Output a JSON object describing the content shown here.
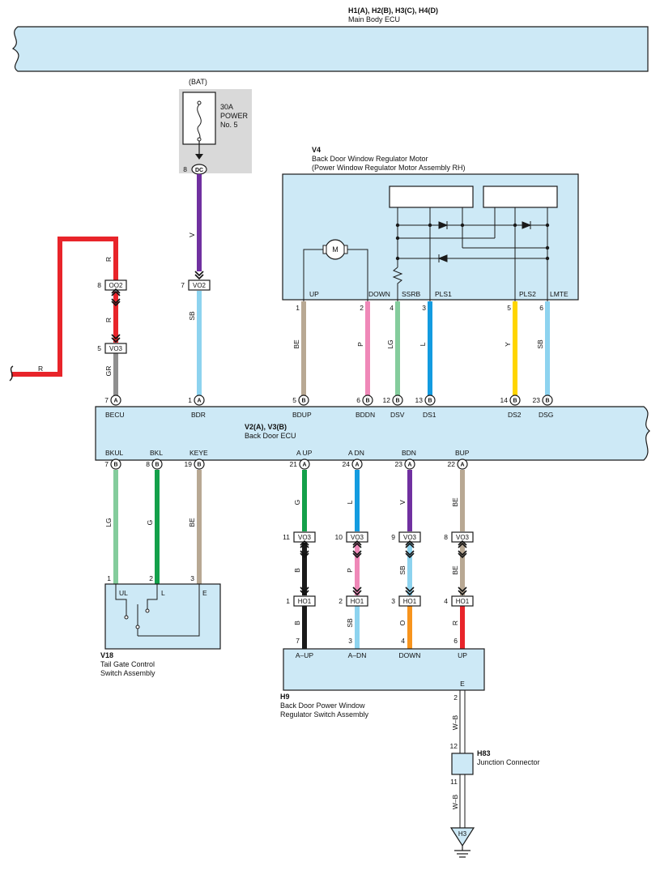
{
  "main_body_ecu": {
    "code": "H1(A), H2(B), H3(C), H4(D)",
    "name": "Main Body ECU"
  },
  "bat": {
    "label": "(BAT)",
    "fuse_amp": "30A",
    "fuse_name_1": "POWER",
    "fuse_name_2": "No. 5",
    "pin": "8",
    "connector": "DC"
  },
  "v4": {
    "code": "V4",
    "name": "Back Door Window Regulator Motor",
    "name2": "(Power Window Regulator Motor Assembly RH)",
    "motor": "M",
    "terminals": [
      "UP",
      "DOWN",
      "SSRB",
      "PLS1",
      "PLS2",
      "LMTE"
    ]
  },
  "back_door_ecu": {
    "code": "V2(A), V3(B)",
    "name": "Back Door ECU",
    "top_terminals": [
      "BECU",
      "BDR",
      "BDUP",
      "BDDN",
      "DSV",
      "DS1",
      "DS2",
      "DSG"
    ],
    "bottom_terminals": [
      "BKUL",
      "BKL",
      "KEYE",
      "A UP",
      "A DN",
      "BDN",
      "BUP"
    ]
  },
  "v18": {
    "code": "V18",
    "name": "Tail Gate Control",
    "name2": "Switch Assembly",
    "terminals": [
      "UL",
      "L",
      "E"
    ]
  },
  "h9": {
    "code": "H9",
    "name": "Back Door Power Window",
    "name2": "Regulator Switch Assembly",
    "terminals": [
      "A–UP",
      "A–DN",
      "DOWN",
      "UP",
      "E"
    ]
  },
  "h83": {
    "code": "H83",
    "name": "Junction Connector"
  },
  "ground": {
    "label": "H3"
  },
  "colors": {
    "R": "#e8242a",
    "GR": "#8f8f8f",
    "V": "#7030a0",
    "SB": "#8dd3ef",
    "BE": "#b8a893",
    "P": "#ef88b8",
    "LG": "#84cc9c",
    "L": "#139be0",
    "Y": "#ffd500",
    "G": "#13a04a",
    "B": "#1a1a1a",
    "O": "#f7941d",
    "W-B": "#ffffff",
    "ecu_fill": "#cde9f6",
    "bat_box": "#d9d9d9"
  },
  "wires": [
    {
      "id": "w-r-left",
      "color": "R",
      "label": "R"
    },
    {
      "id": "w-r-oo2",
      "color": "R",
      "label": "R"
    },
    {
      "id": "w-r-vo3",
      "color": "R",
      "label": "R"
    },
    {
      "id": "w-gr",
      "color": "GR",
      "label": "GR"
    },
    {
      "id": "w-v",
      "color": "V",
      "label": "V"
    },
    {
      "id": "w-sb-bdr",
      "color": "SB",
      "label": "SB"
    },
    {
      "id": "w-be-up",
      "color": "BE",
      "label": "BE"
    },
    {
      "id": "w-p-down",
      "color": "P",
      "label": "P"
    },
    {
      "id": "w-lg-ssrb",
      "color": "LG",
      "label": "LG"
    },
    {
      "id": "w-l-pls1",
      "color": "L",
      "label": "L"
    },
    {
      "id": "w-y-pls2",
      "color": "Y",
      "label": "Y"
    },
    {
      "id": "w-sb-lmte",
      "color": "SB",
      "label": "SB"
    },
    {
      "id": "w-lg-bkul",
      "color": "LG",
      "label": "LG"
    },
    {
      "id": "w-g-bkl",
      "color": "G",
      "label": "G"
    },
    {
      "id": "w-be-keye",
      "color": "BE",
      "label": "BE"
    },
    {
      "id": "w-g-aup",
      "color": "G",
      "label": "G"
    },
    {
      "id": "w-l-adn",
      "color": "L",
      "label": "L"
    },
    {
      "id": "w-v-bdn",
      "color": "V",
      "label": "V"
    },
    {
      "id": "w-be-bup",
      "color": "BE",
      "label": "BE"
    },
    {
      "id": "w-b-aup2",
      "color": "B",
      "label": "B"
    },
    {
      "id": "w-p-adn2",
      "color": "P",
      "label": "P"
    },
    {
      "id": "w-sb-bdn2",
      "color": "SB",
      "label": "SB"
    },
    {
      "id": "w-be-bup2",
      "color": "BE",
      "label": "BE"
    },
    {
      "id": "w-b-aup3",
      "color": "B",
      "label": "B"
    },
    {
      "id": "w-sb-adn3",
      "color": "SB",
      "label": "SB"
    },
    {
      "id": "w-o-down3",
      "color": "O",
      "label": "O"
    },
    {
      "id": "w-r-up3",
      "color": "R",
      "label": "R"
    },
    {
      "id": "w-wb-1",
      "color": "W-B",
      "label": "W–B"
    },
    {
      "id": "w-wb-2",
      "color": "W-B",
      "label": "W–B"
    }
  ],
  "connectors": [
    {
      "id": "c-oo2",
      "pin": "8",
      "code": "OO2"
    },
    {
      "id": "c-vo3-left",
      "pin": "5",
      "code": "VO3"
    },
    {
      "id": "c-vo2",
      "pin": "7",
      "code": "VO2"
    },
    {
      "id": "c-vo3-1",
      "pin": "11",
      "code": "VO3"
    },
    {
      "id": "c-vo3-2",
      "pin": "10",
      "code": "VO3"
    },
    {
      "id": "c-vo3-3",
      "pin": "9",
      "code": "VO3"
    },
    {
      "id": "c-vo3-4",
      "pin": "8",
      "code": "VO3"
    },
    {
      "id": "c-ho1-1",
      "pin": "1",
      "code": "HO1"
    },
    {
      "id": "c-ho1-2",
      "pin": "2",
      "code": "HO1"
    },
    {
      "id": "c-ho1-3",
      "pin": "3",
      "code": "HO1"
    },
    {
      "id": "c-ho1-4",
      "pin": "4",
      "code": "HO1"
    }
  ],
  "pins": [
    {
      "id": "p-v4-1",
      "num": "1"
    },
    {
      "id": "p-v4-2",
      "num": "2"
    },
    {
      "id": "p-v4-4",
      "num": "4"
    },
    {
      "id": "p-v4-3",
      "num": "3"
    },
    {
      "id": "p-v4-5",
      "num": "5"
    },
    {
      "id": "p-v4-6",
      "num": "6"
    },
    {
      "id": "p-v18-1",
      "num": "1"
    },
    {
      "id": "p-v18-2",
      "num": "2"
    },
    {
      "id": "p-v18-3",
      "num": "3"
    },
    {
      "id": "p-h9-7",
      "num": "7"
    },
    {
      "id": "p-h9-3",
      "num": "3"
    },
    {
      "id": "p-h9-4",
      "num": "4"
    },
    {
      "id": "p-h9-6",
      "num": "6"
    },
    {
      "id": "p-h9-2",
      "num": "2"
    },
    {
      "id": "p-h83-12",
      "num": "12"
    },
    {
      "id": "p-h83-11",
      "num": "11"
    }
  ],
  "ecu_pins": [
    {
      "id": "e-becu",
      "num": "7",
      "conn": "A"
    },
    {
      "id": "e-bdr",
      "num": "1",
      "conn": "A"
    },
    {
      "id": "e-bdup",
      "num": "5",
      "conn": "B"
    },
    {
      "id": "e-bddn",
      "num": "6",
      "conn": "B"
    },
    {
      "id": "e-dsv",
      "num": "12",
      "conn": "B"
    },
    {
      "id": "e-ds1",
      "num": "13",
      "conn": "B"
    },
    {
      "id": "e-ds2",
      "num": "14",
      "conn": "B"
    },
    {
      "id": "e-dsg",
      "num": "23",
      "conn": "B"
    },
    {
      "id": "e-bkul",
      "num": "7",
      "conn": "B"
    },
    {
      "id": "e-bkl",
      "num": "8",
      "conn": "B"
    },
    {
      "id": "e-keye",
      "num": "19",
      "conn": "B"
    },
    {
      "id": "e-aup",
      "num": "21",
      "conn": "A"
    },
    {
      "id": "e-adn",
      "num": "24",
      "conn": "A"
    },
    {
      "id": "e-bdn",
      "num": "23",
      "conn": "A"
    },
    {
      "id": "e-bup",
      "num": "22",
      "conn": "A"
    }
  ]
}
